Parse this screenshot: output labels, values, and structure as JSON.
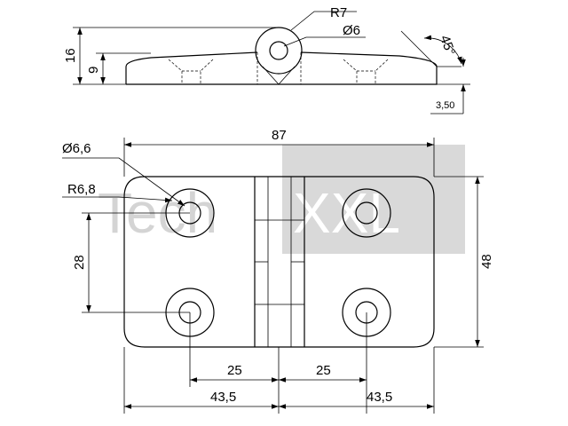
{
  "watermark": {
    "left_text": "Tech",
    "right_text": "XXL",
    "box_color": "#d9d9d9",
    "left_text_color": "#d4d4d4",
    "right_text_color": "#ffffff"
  },
  "side_view": {
    "dim_height": "16",
    "dim_leaf_height": "9",
    "dim_knuckle_radius": "R7",
    "dim_pin_diameter": "Ø6",
    "dim_angle": "45°",
    "dim_chamfer": "3,50"
  },
  "front_view": {
    "dim_width": "87",
    "dim_hole_diameter": "Ø6,6",
    "dim_counterbore_radius": "R6,8",
    "dim_hole_spacing_vertical": "28",
    "dim_height": "48",
    "dim_hole_offset_left": "25",
    "dim_hole_offset_right": "25",
    "dim_half_width_left": "43,5",
    "dim_half_width_right": "43,5"
  }
}
